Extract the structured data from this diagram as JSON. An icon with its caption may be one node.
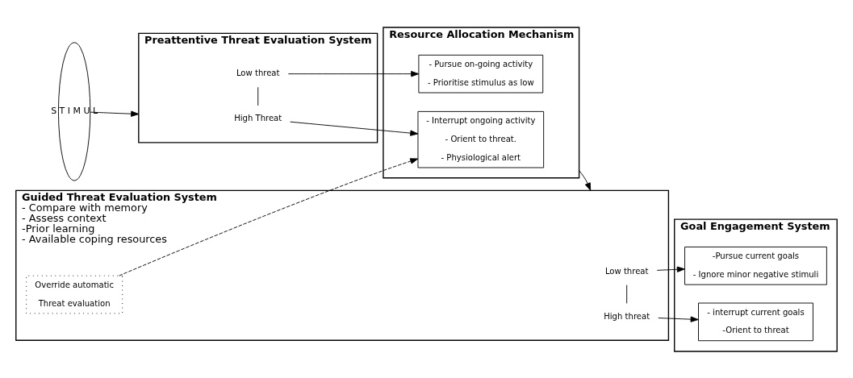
{
  "diagram": {
    "nodes": [
      {
        "text": [
          "S T I M U L"
        ]
      },
      {
        "text": [
          "Preattentive Threat Evaluation System"
        ]
      },
      {
        "text": [
          "High Threat"
        ],
        "in": 1
      },
      {
        "text": [
          "Low threat"
        ],
        "in": 1
      },
      {
        "text": [
          "Resource Allocation Mechanism"
        ]
      },
      {
        "text": [
          "- Interrupt ongoing activity",
          "- Orient to threat.",
          "- Physiological alert"
        ],
        "in": 4
      },
      {
        "text": [
          "- Pursue on-going activity",
          "- Prioritise stimulus as low"
        ],
        "in": 4
      },
      {
        "text": [
          "Guided Threat Evaluation System",
          "- Compare with memory",
          "- Assess context",
          "-Prior learning",
          "- Available coping resources"
        ]
      },
      {
        "text": [
          "High threat"
        ],
        "in": 7
      },
      {
        "text": [
          "Low threat"
        ],
        "in": 7
      },
      {
        "text": [
          "Override automatic",
          "Threat evaluation"
        ],
        "in": 7
      },
      {
        "text": [
          "Goal Engagement System"
        ]
      },
      {
        "text": [
          "- interrupt current goals",
          "-Orient to threat"
        ],
        "in": 11
      },
      {
        "text": [
          "-Pursue current goals",
          "- Ignore minor negative stimuli"
        ],
        "in": 11
      }
    ],
    "edges": [
      {
        "from": 0,
        "to": 1,
        "arrow": "to"
      },
      {
        "from": 2,
        "to": 3,
        "arrow": "none"
      },
      {
        "from": 2,
        "to": 5,
        "arrow": "to"
      },
      {
        "from": 3,
        "to": 6,
        "arrow": "to"
      },
      {
        "from": 4,
        "to": 7,
        "arrow": "to"
      },
      {
        "from": 8,
        "to": 9,
        "arrow": "none"
      },
      {
        "from": 10,
        "to": 5,
        "arrow": "to",
        "style": "dashed"
      },
      {
        "from": 8,
        "to": 12,
        "arrow": "to"
      },
      {
        "from": 9,
        "to": 13,
        "arrow": "to"
      }
    ]
  }
}
